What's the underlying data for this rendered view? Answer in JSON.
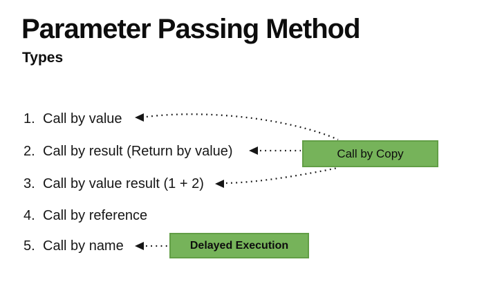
{
  "slide": {
    "title": "Parameter Passing Method",
    "subtitle": "Types"
  },
  "list": {
    "items": [
      {
        "number": "1.",
        "text": "Call by value"
      },
      {
        "number": "2.",
        "text": "Call by result (Return by value)"
      },
      {
        "number": "3.",
        "text": "Call by value result (1 + 2)"
      },
      {
        "number": "4.",
        "text": "Call by reference"
      },
      {
        "number": "5.",
        "text": "Call by name"
      }
    ]
  },
  "labels": {
    "call_by_copy": "Call by Copy",
    "delayed_execution": "Delayed Execution"
  },
  "connections": [
    {
      "from": "Call by Copy",
      "to": "Call by value",
      "style": "dotted-arrow"
    },
    {
      "from": "Call by Copy",
      "to": "Call by result (Return by value)",
      "style": "dotted-arrow"
    },
    {
      "from": "Call by Copy",
      "to": "Call by value result (1 + 2)",
      "style": "dotted-arrow"
    },
    {
      "from": "Delayed Execution",
      "to": "Call by name",
      "style": "dotted-arrow"
    }
  ],
  "colors": {
    "background": "#ffffff",
    "text": "#0d0d0d",
    "box_fill": "#76b35a",
    "box_border": "#629e46",
    "arrow": "#161616"
  }
}
